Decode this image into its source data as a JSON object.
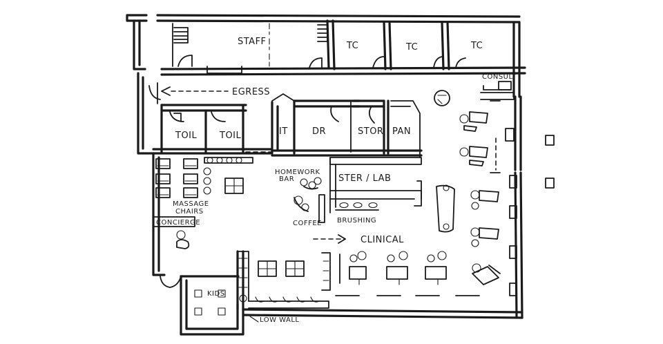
{
  "rooms": {
    "staff": "STAFF",
    "tc1": "TC",
    "tc2": "TC",
    "tc3": "TC",
    "consult": "CONSULT",
    "egress": "EGRESS",
    "toil1": "TOIL",
    "toil2": "TOIL",
    "it": "IT",
    "dr": "DR",
    "stor": "STOR",
    "pan": "PAN",
    "ster_lab": "STER / LAB",
    "homework_bar_1": "HOMEWORK",
    "homework_bar_2": "BAR",
    "massage_chairs_1": "MASSAGE",
    "massage_chairs_2": "CHAIRS",
    "concierge": "CONCIERGE",
    "coffee": "COFFEE",
    "brushing": "BRUSHING",
    "clinical": "CLINICAL",
    "kids": "KIDS",
    "low_wall": "LOW WALL"
  }
}
